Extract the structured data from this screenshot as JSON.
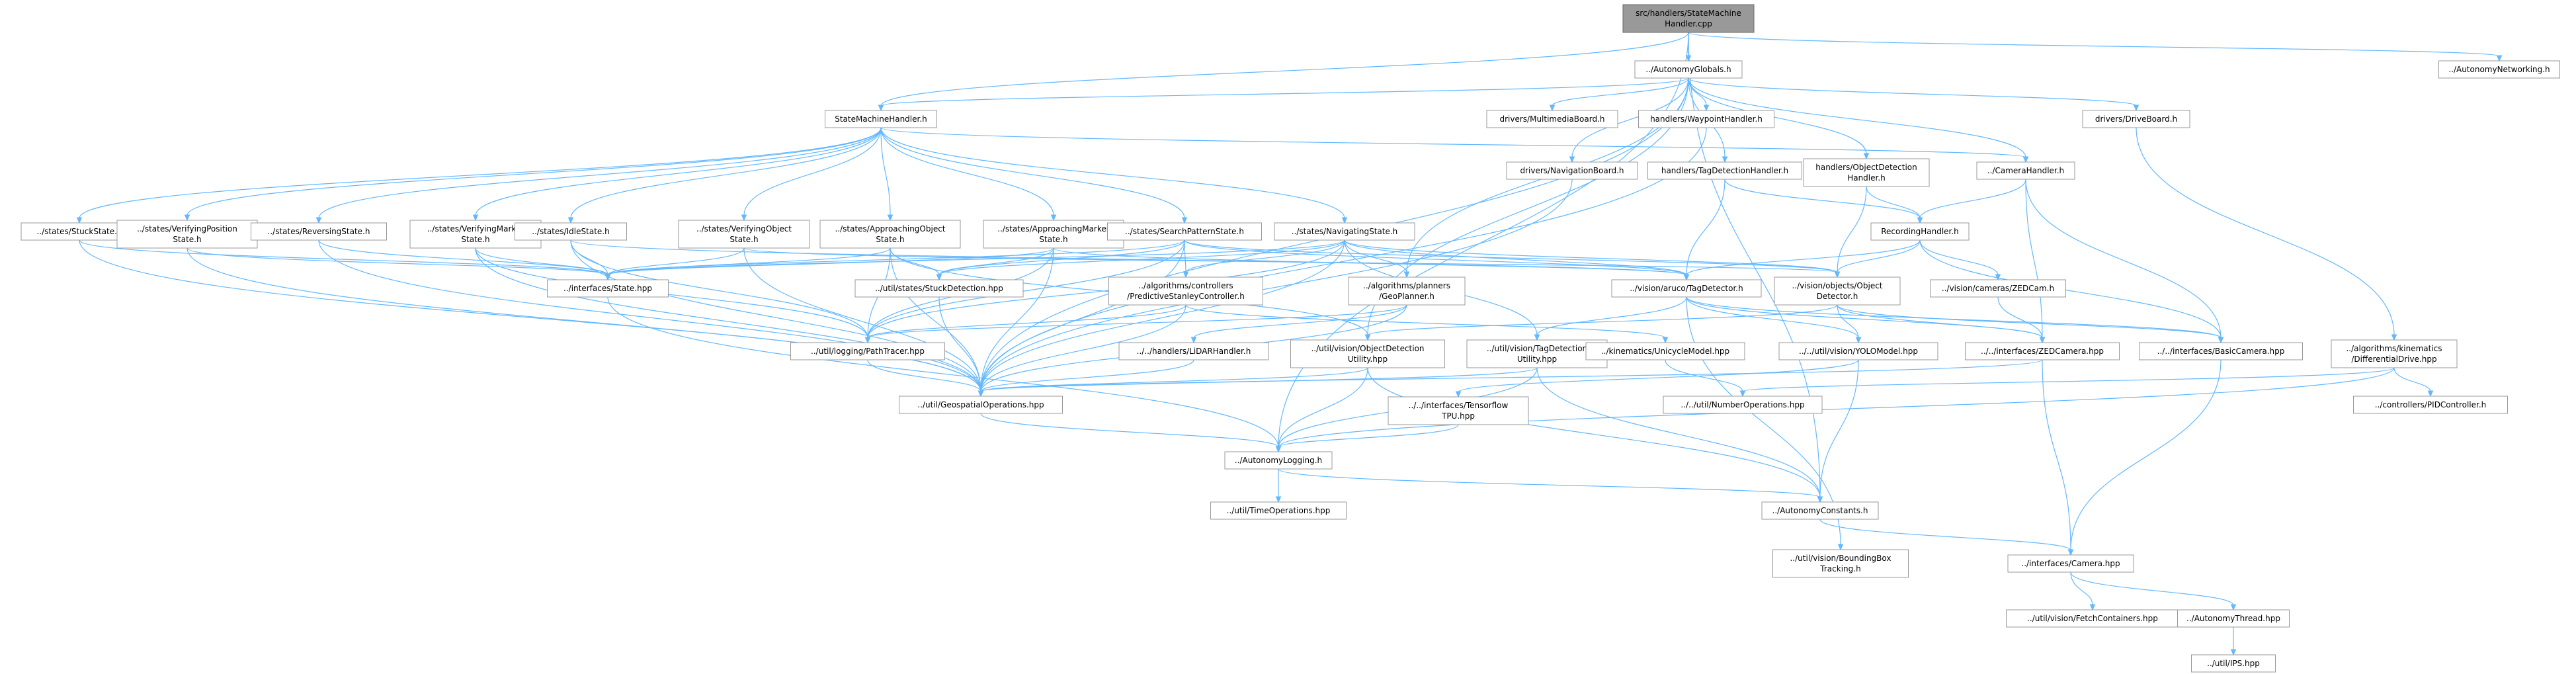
{
  "diagram": {
    "edge_color": "#63b8ff",
    "node_border": "#999999",
    "root_fill": "#999999",
    "nodes": [
      {
        "id": "root",
        "lines": [
          "src/handlers/StateMachine",
          "Handler.cpp"
        ]
      },
      {
        "id": "globals",
        "lines": [
          "../AutonomyGlobals.h"
        ]
      },
      {
        "id": "networking",
        "lines": [
          "../AutonomyNetworking.h"
        ]
      },
      {
        "id": "smh",
        "lines": [
          "StateMachineHandler.h"
        ]
      },
      {
        "id": "multimedia",
        "lines": [
          "drivers/MultimediaBoard.h"
        ]
      },
      {
        "id": "waypoint",
        "lines": [
          "handlers/WaypointHandler.h"
        ]
      },
      {
        "id": "driveboard",
        "lines": [
          "drivers/DriveBoard.h"
        ]
      },
      {
        "id": "navboard",
        "lines": [
          "drivers/NavigationBoard.h"
        ]
      },
      {
        "id": "tagdh",
        "lines": [
          "handlers/TagDetectionHandler.h"
        ]
      },
      {
        "id": "objdh",
        "lines": [
          "handlers/ObjectDetection",
          "Handler.h"
        ]
      },
      {
        "id": "camh",
        "lines": [
          "../CameraHandler.h"
        ]
      },
      {
        "id": "rech",
        "lines": [
          "RecordingHandler.h"
        ]
      },
      {
        "id": "stuck",
        "lines": [
          "../states/StuckState.h"
        ]
      },
      {
        "id": "verpos",
        "lines": [
          "../states/VerifyingPosition",
          "State.h"
        ]
      },
      {
        "id": "revers",
        "lines": [
          "../states/ReversingState.h"
        ]
      },
      {
        "id": "vermark",
        "lines": [
          "../states/VerifyingMarker",
          "State.h"
        ]
      },
      {
        "id": "idle",
        "lines": [
          "../states/IdleState.h"
        ]
      },
      {
        "id": "verobj",
        "lines": [
          "../states/VerifyingObject",
          "State.h"
        ]
      },
      {
        "id": "appobj",
        "lines": [
          "../states/ApproachingObject",
          "State.h"
        ]
      },
      {
        "id": "appmark",
        "lines": [
          "../states/ApproachingMarker",
          "State.h"
        ]
      },
      {
        "id": "search",
        "lines": [
          "../states/SearchPatternState.h"
        ]
      },
      {
        "id": "navst",
        "lines": [
          "../states/NavigatingState.h"
        ]
      },
      {
        "id": "istate",
        "lines": [
          "../interfaces/State.hpp"
        ]
      },
      {
        "id": "stuckdet",
        "lines": [
          "../util/states/StuckDetection.hpp"
        ]
      },
      {
        "id": "stanley",
        "lines": [
          "../algorithms/controllers",
          "/PredictiveStanleyController.h"
        ]
      },
      {
        "id": "geop",
        "lines": [
          "../algorithms/planners",
          "/GeoPlanner.h"
        ]
      },
      {
        "id": "tagdet",
        "lines": [
          "../vision/aruco/TagDetector.h"
        ]
      },
      {
        "id": "objdet",
        "lines": [
          "../vision/objects/Object",
          "Detector.h"
        ]
      },
      {
        "id": "zedcam",
        "lines": [
          "../vision/cameras/ZEDCam.h"
        ]
      },
      {
        "id": "pathtr",
        "lines": [
          "../util/logging/PathTracer.hpp"
        ]
      },
      {
        "id": "lidar",
        "lines": [
          "../../handlers/LiDARHandler.h"
        ]
      },
      {
        "id": "objutil",
        "lines": [
          "../util/vision/ObjectDetection",
          "Utility.hpp"
        ]
      },
      {
        "id": "tagutil",
        "lines": [
          "../util/vision/TagDetection",
          "Utility.hpp"
        ]
      },
      {
        "id": "unicycle",
        "lines": [
          "../kinematics/UnicycleModel.hpp"
        ]
      },
      {
        "id": "yolo",
        "lines": [
          "../../util/vision/YOLOModel.hpp"
        ]
      },
      {
        "id": "ized",
        "lines": [
          "../../interfaces/ZEDCamera.hpp"
        ]
      },
      {
        "id": "ibasic",
        "lines": [
          "../../interfaces/BasicCamera.hpp"
        ]
      },
      {
        "id": "diffdr",
        "lines": [
          "../algorithms/kinematics",
          "/DifferentialDrive.hpp"
        ]
      },
      {
        "id": "geoops",
        "lines": [
          "../util/GeospatialOperations.hpp"
        ]
      },
      {
        "id": "tensor",
        "lines": [
          "../../interfaces/Tensorflow",
          "TPU.hpp"
        ]
      },
      {
        "id": "numops",
        "lines": [
          "../../util/NumberOperations.hpp"
        ]
      },
      {
        "id": "pid",
        "lines": [
          "../controllers/PIDController.h"
        ]
      },
      {
        "id": "logging",
        "lines": [
          "../AutonomyLogging.h"
        ]
      },
      {
        "id": "timeops",
        "lines": [
          "../util/TimeOperations.hpp"
        ]
      },
      {
        "id": "constants",
        "lines": [
          "../AutonomyConstants.h"
        ]
      },
      {
        "id": "bbox",
        "lines": [
          "../util/vision/BoundingBox",
          "Tracking.h"
        ]
      },
      {
        "id": "icam",
        "lines": [
          "../interfaces/Camera.hpp"
        ]
      },
      {
        "id": "fetch",
        "lines": [
          "../util/vision/FetchContainers.hpp"
        ]
      },
      {
        "id": "thread",
        "lines": [
          "../AutonomyThread.hpp"
        ]
      },
      {
        "id": "ips",
        "lines": [
          "../util/IPS.hpp"
        ]
      }
    ],
    "edges": [
      [
        "root",
        "globals"
      ],
      [
        "root",
        "networking"
      ],
      [
        "root",
        "smh"
      ],
      [
        "root",
        "logging"
      ],
      [
        "root",
        "constants"
      ],
      [
        "globals",
        "smh"
      ],
      [
        "globals",
        "multimedia"
      ],
      [
        "globals",
        "waypoint"
      ],
      [
        "globals",
        "driveboard"
      ],
      [
        "globals",
        "navboard"
      ],
      [
        "globals",
        "tagdh"
      ],
      [
        "globals",
        "objdh"
      ],
      [
        "globals",
        "camh"
      ],
      [
        "globals",
        "geop"
      ],
      [
        "globals",
        "geoops"
      ],
      [
        "globals",
        "objutil"
      ],
      [
        "smh",
        "stuck"
      ],
      [
        "smh",
        "verpos"
      ],
      [
        "smh",
        "revers"
      ],
      [
        "smh",
        "vermark"
      ],
      [
        "smh",
        "idle"
      ],
      [
        "smh",
        "verobj"
      ],
      [
        "smh",
        "appobj"
      ],
      [
        "smh",
        "appmark"
      ],
      [
        "smh",
        "search"
      ],
      [
        "smh",
        "navst"
      ],
      [
        "smh",
        "camh"
      ],
      [
        "driveboard",
        "diffdr"
      ],
      [
        "navboard",
        "geoops"
      ],
      [
        "waypoint",
        "geoops"
      ],
      [
        "tagdh",
        "rech"
      ],
      [
        "tagdh",
        "tagdet"
      ],
      [
        "objdh",
        "rech"
      ],
      [
        "objdh",
        "objdet"
      ],
      [
        "camh",
        "rech"
      ],
      [
        "camh",
        "ized"
      ],
      [
        "camh",
        "ibasic"
      ],
      [
        "rech",
        "tagdet"
      ],
      [
        "rech",
        "objdet"
      ],
      [
        "rech",
        "zedcam"
      ],
      [
        "rech",
        "ibasic"
      ],
      [
        "stuck",
        "istate"
      ],
      [
        "stuck",
        "geoops"
      ],
      [
        "verpos",
        "istate"
      ],
      [
        "verpos",
        "geoops"
      ],
      [
        "revers",
        "istate"
      ],
      [
        "revers",
        "geoops"
      ],
      [
        "vermark",
        "istate"
      ],
      [
        "vermark",
        "geoops"
      ],
      [
        "vermark",
        "pathtr"
      ],
      [
        "idle",
        "istate"
      ],
      [
        "idle",
        "geoops"
      ],
      [
        "idle",
        "tagdet"
      ],
      [
        "idle",
        "pathtr"
      ],
      [
        "verobj",
        "istate"
      ],
      [
        "verobj",
        "geoops"
      ],
      [
        "verobj",
        "objdet"
      ],
      [
        "appobj",
        "istate"
      ],
      [
        "appobj",
        "stuckdet"
      ],
      [
        "appobj",
        "geoops"
      ],
      [
        "appobj",
        "pathtr"
      ],
      [
        "appobj",
        "objutil"
      ],
      [
        "appmark",
        "istate"
      ],
      [
        "appmark",
        "stuckdet"
      ],
      [
        "appmark",
        "tagdet"
      ],
      [
        "appmark",
        "pathtr"
      ],
      [
        "appmark",
        "geoops"
      ],
      [
        "search",
        "istate"
      ],
      [
        "search",
        "stuckdet"
      ],
      [
        "search",
        "stanley"
      ],
      [
        "search",
        "tagdet"
      ],
      [
        "search",
        "objdet"
      ],
      [
        "search",
        "pathtr"
      ],
      [
        "search",
        "geoops"
      ],
      [
        "navst",
        "istate"
      ],
      [
        "navst",
        "stuckdet"
      ],
      [
        "navst",
        "stanley"
      ],
      [
        "navst",
        "geop"
      ],
      [
        "navst",
        "tagdet"
      ],
      [
        "navst",
        "objdet"
      ],
      [
        "navst",
        "pathtr"
      ],
      [
        "navst",
        "geoops"
      ],
      [
        "navst",
        "tagutil"
      ],
      [
        "istate",
        "logging"
      ],
      [
        "stuckdet",
        "geoops"
      ],
      [
        "stanley",
        "unicycle"
      ],
      [
        "stanley",
        "pathtr"
      ],
      [
        "stanley",
        "geoops"
      ],
      [
        "geop",
        "lidar"
      ],
      [
        "geop",
        "pathtr"
      ],
      [
        "geop",
        "geoops"
      ],
      [
        "tagdet",
        "tagutil"
      ],
      [
        "tagdet",
        "yolo"
      ],
      [
        "tagdet",
        "ized"
      ],
      [
        "tagdet",
        "ibasic"
      ],
      [
        "tagdet",
        "bbox"
      ],
      [
        "objdet",
        "objutil"
      ],
      [
        "objdet",
        "yolo"
      ],
      [
        "objdet",
        "ized"
      ],
      [
        "objdet",
        "ibasic"
      ],
      [
        "zedcam",
        "ized"
      ],
      [
        "pathtr",
        "geoops"
      ],
      [
        "lidar",
        "geoops"
      ],
      [
        "objutil",
        "geoops"
      ],
      [
        "objutil",
        "logging"
      ],
      [
        "objutil",
        "constants"
      ],
      [
        "tagutil",
        "geoops"
      ],
      [
        "tagutil",
        "logging"
      ],
      [
        "tagutil",
        "constants"
      ],
      [
        "unicycle",
        "numops"
      ],
      [
        "yolo",
        "tensor"
      ],
      [
        "yolo",
        "constants"
      ],
      [
        "ized",
        "geoops"
      ],
      [
        "ized",
        "icam"
      ],
      [
        "ibasic",
        "icam"
      ],
      [
        "diffdr",
        "numops"
      ],
      [
        "diffdr",
        "pid"
      ],
      [
        "diffdr",
        "logging"
      ],
      [
        "geoops",
        "logging"
      ],
      [
        "tensor",
        "logging"
      ],
      [
        "logging",
        "timeops"
      ],
      [
        "logging",
        "constants"
      ],
      [
        "constants",
        "icam"
      ],
      [
        "icam",
        "fetch"
      ],
      [
        "icam",
        "thread"
      ],
      [
        "thread",
        "ips"
      ]
    ]
  }
}
